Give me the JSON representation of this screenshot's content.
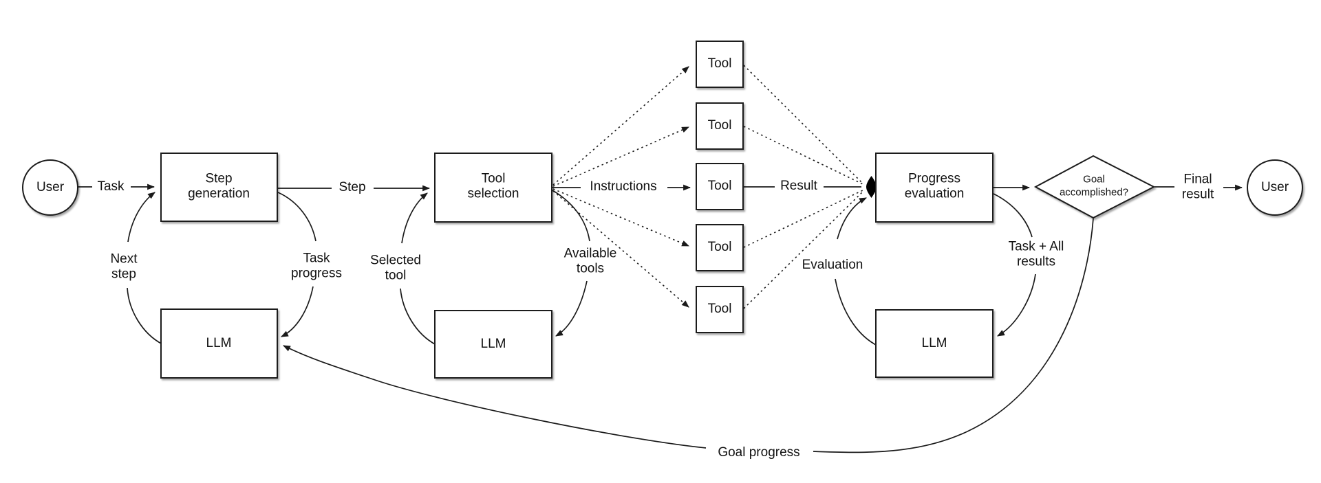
{
  "diagram": {
    "type": "flowchart",
    "description_visible": false,
    "nodes": {
      "user_input": "User",
      "step_generation": "Step generation",
      "llm_step": "LLM",
      "tool_selection": "Tool selection",
      "llm_tool": "LLM",
      "tools": [
        "Tool",
        "Tool",
        "Tool",
        "Tool",
        "Tool"
      ],
      "progress_evaluation": "Progress evaluation",
      "llm_eval": "LLM",
      "goal_accomplished": "Goal accomplished?",
      "user_output": "User"
    },
    "edges": {
      "task": "Task",
      "step": "Step",
      "instructions": "Instructions",
      "result": "Result",
      "final_result": "Final result",
      "next_step": "Next step",
      "task_progress": "Task progress",
      "selected_tool": "Selected tool",
      "available_tools": "Available tools",
      "evaluation": "Evaluation",
      "task_plus_all_results": "Task + All results",
      "goal_progress": "Goal progress"
    },
    "colors": {
      "stroke": "#1a1a1a",
      "node_fill": "#ffffff",
      "text": "#111111",
      "merge_marker": "#000000"
    }
  }
}
